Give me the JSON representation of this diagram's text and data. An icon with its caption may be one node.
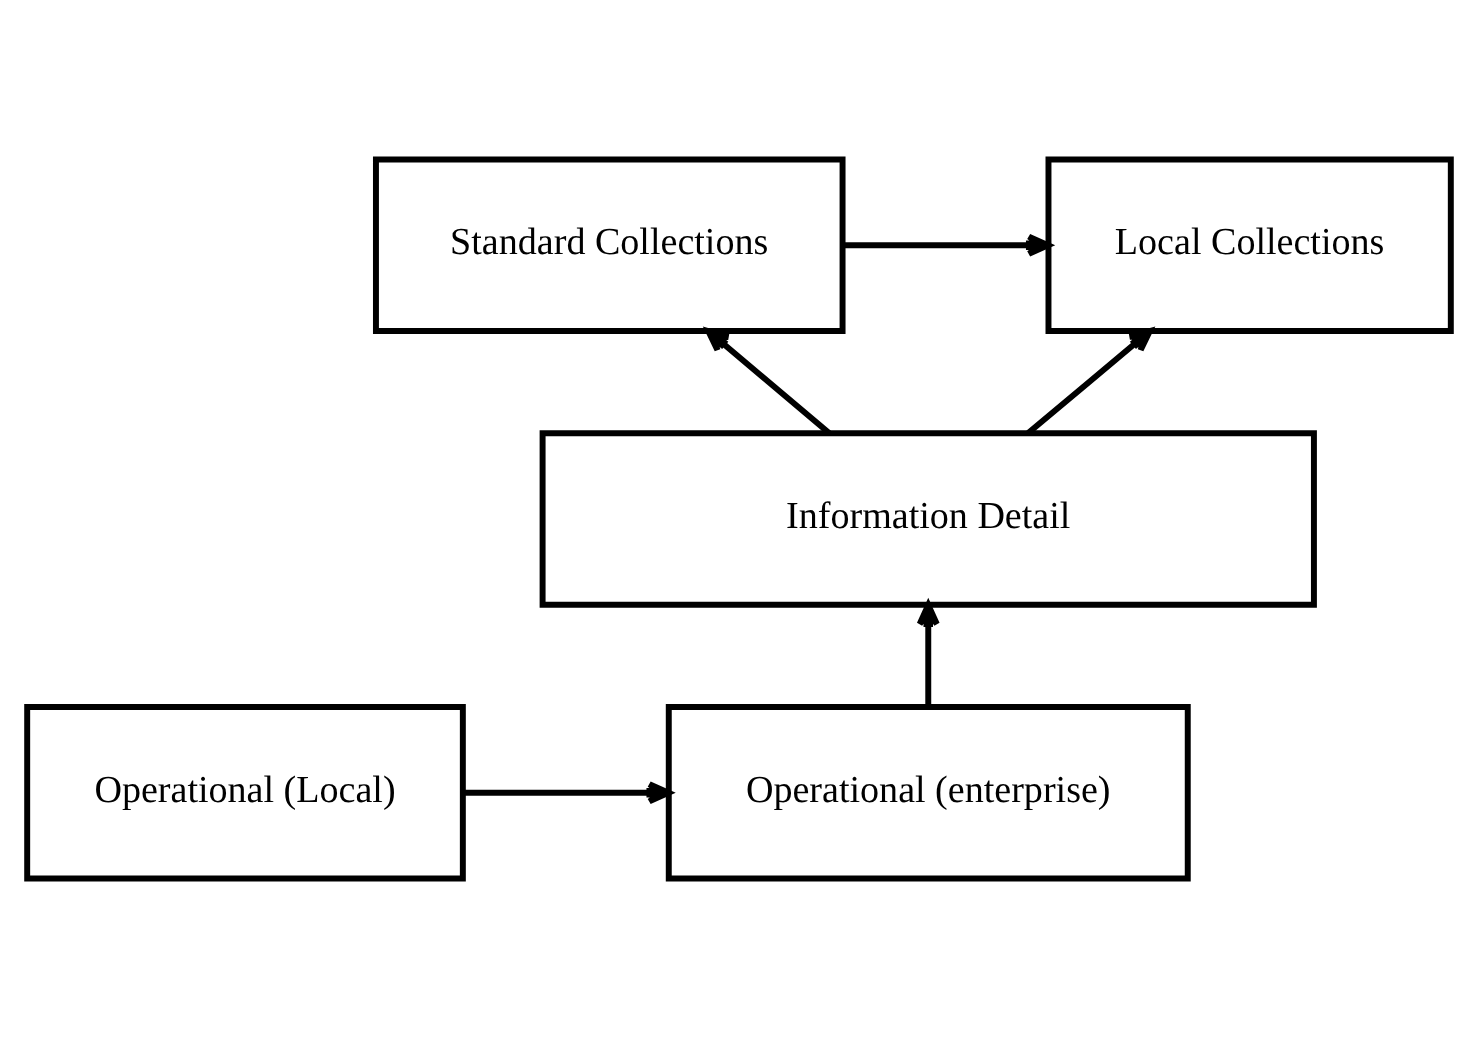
{
  "diagram": {
    "nodes": [
      {
        "text": [
          "Standard Collections"
        ]
      },
      {
        "text": [
          "Local Collections"
        ]
      },
      {
        "text": [
          "Information Detail"
        ]
      },
      {
        "text": [
          "Operational (enterprise)"
        ]
      },
      {
        "text": [
          "Operational (Local)"
        ]
      }
    ],
    "edges": [
      {
        "from": 0,
        "to": 1,
        "arrow": "to"
      },
      {
        "from": 2,
        "to": 0,
        "arrow": "to"
      },
      {
        "from": 2,
        "to": 1,
        "arrow": "to"
      },
      {
        "from": 3,
        "to": 2,
        "arrow": "to"
      },
      {
        "from": 4,
        "to": 3,
        "arrow": "to"
      }
    ]
  }
}
